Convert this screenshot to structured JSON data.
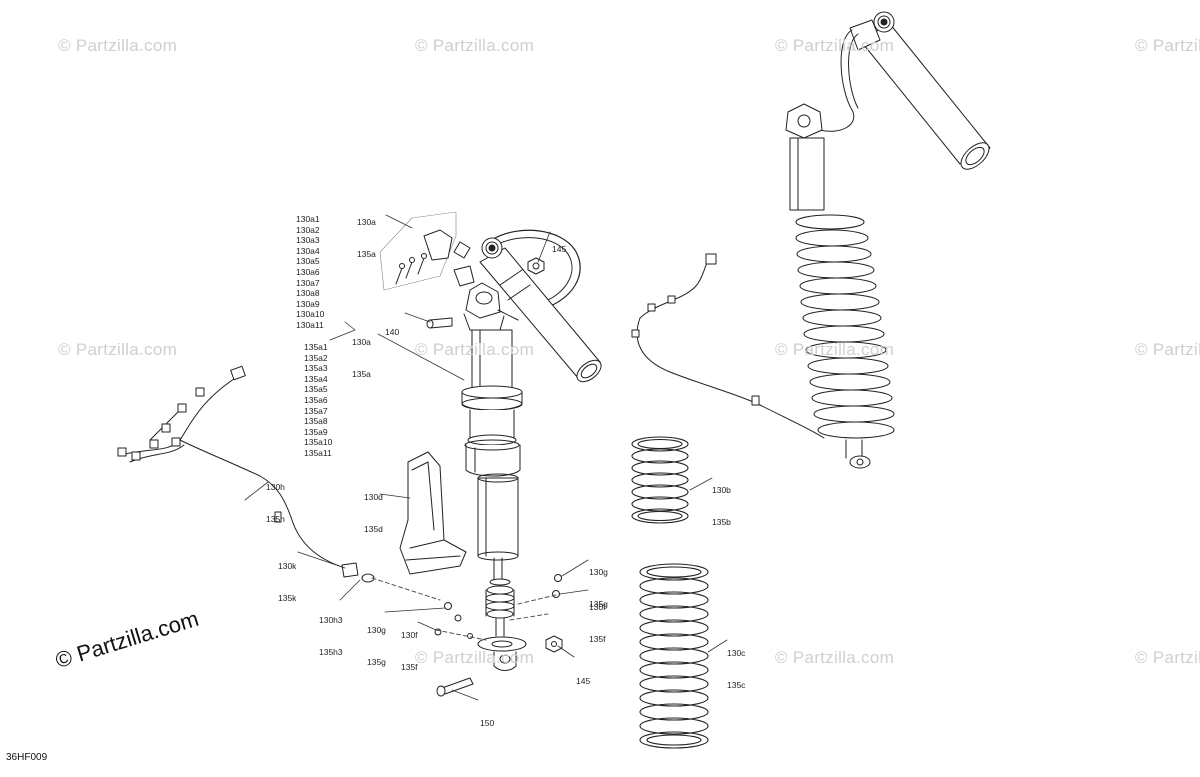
{
  "diagram": {
    "figure_code": "36HF009",
    "watermark": "© Partzilla.com",
    "callouts": {
      "l130a_135a_top": [
        "130a",
        "135a"
      ],
      "l145_top": [
        "145"
      ],
      "l140": [
        "140"
      ],
      "l130a_list": [
        "130a1",
        "130a2",
        "130a3",
        "130a4",
        "130a5",
        "130a6",
        "130a7",
        "130a8",
        "130a9",
        "130a10",
        "130a11"
      ],
      "l130a_135a_mid": [
        "130a",
        "135a"
      ],
      "l135a_list": [
        "135a1",
        "135a2",
        "135a3",
        "135a4",
        "135a5",
        "135a6",
        "135a7",
        "135a8",
        "135a9",
        "135a10",
        "135a11"
      ],
      "l130h_135h": [
        "130h",
        "135h"
      ],
      "l130d_135d": [
        "130d",
        "135d"
      ],
      "l130k_135k": [
        "130k",
        "135k"
      ],
      "l130h3_135h3": [
        "130h3",
        "135h3"
      ],
      "l130g_135g_left": [
        "130g",
        "135g"
      ],
      "l130f_135f_left": [
        "130f",
        "135f"
      ],
      "l130g_135g_right": [
        "130g",
        "135g"
      ],
      "l130f_135f_right": [
        "130f",
        "135f"
      ],
      "l145_bottom": [
        "145"
      ],
      "l150": [
        "150"
      ],
      "l130b_135b": [
        "130b",
        "135b"
      ],
      "l130c_135c": [
        "130c",
        "135c"
      ]
    }
  }
}
